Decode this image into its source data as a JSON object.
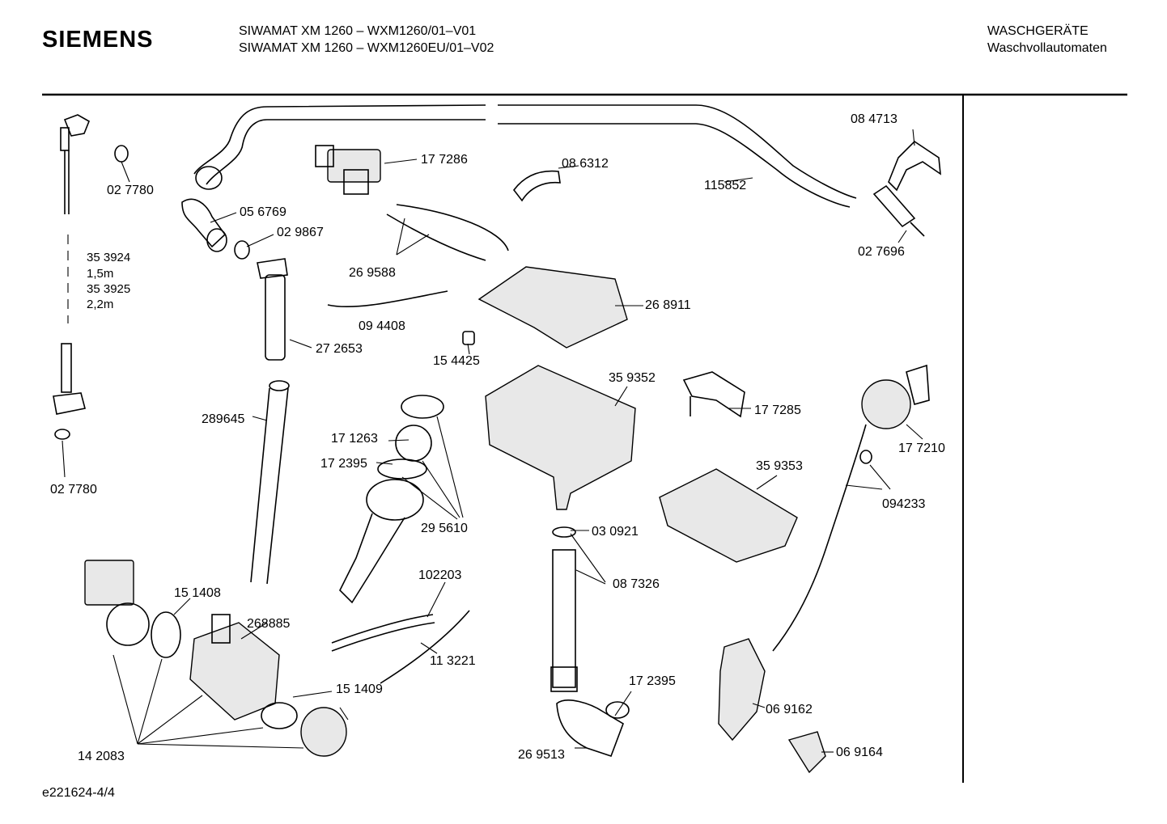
{
  "header": {
    "brand": "SIEMENS",
    "model_lines": [
      "SIWAMAT XM 1260 – WXM1260/01–V01",
      "SIWAMAT XM 1260 – WXM1260EU/01–V02"
    ],
    "category_lines": [
      "WASCHGERÄTE",
      "Waschvollautomaten"
    ]
  },
  "footer": {
    "drawing_id": "e221624-4/4"
  },
  "parts": [
    {
      "id": "p1",
      "number": "02 7780"
    },
    {
      "id": "p2",
      "number": "35 3924"
    },
    {
      "id": "p3",
      "number": "1,5m"
    },
    {
      "id": "p4",
      "number": "35 3925"
    },
    {
      "id": "p5",
      "number": "2,2m"
    },
    {
      "id": "p6",
      "number": "02 7780"
    },
    {
      "id": "p7",
      "number": "05 6769"
    },
    {
      "id": "p8",
      "number": "02 9867"
    },
    {
      "id": "p9",
      "number": "27 2653"
    },
    {
      "id": "p10",
      "number": "289645"
    },
    {
      "id": "p11",
      "number": "17 7286"
    },
    {
      "id": "p12",
      "number": "08 6312"
    },
    {
      "id": "p13",
      "number": "26 9588"
    },
    {
      "id": "p14",
      "number": "09 4408"
    },
    {
      "id": "p15",
      "number": "15 4425"
    },
    {
      "id": "p16",
      "number": "26 8911"
    },
    {
      "id": "p17",
      "number": "115852"
    },
    {
      "id": "p18",
      "number": "08 4713"
    },
    {
      "id": "p19",
      "number": "02 7696"
    },
    {
      "id": "p20",
      "number": "35 9352"
    },
    {
      "id": "p21",
      "number": "17 7285"
    },
    {
      "id": "p22",
      "number": "17 7210"
    },
    {
      "id": "p23",
      "number": "094233"
    },
    {
      "id": "p24",
      "number": "35 9353"
    },
    {
      "id": "p25",
      "number": "17 1263"
    },
    {
      "id": "p26",
      "number": "17 2395"
    },
    {
      "id": "p27",
      "number": "29 5610"
    },
    {
      "id": "p28",
      "number": "03 0921"
    },
    {
      "id": "p29",
      "number": "08 7326"
    },
    {
      "id": "p30",
      "number": "102203"
    },
    {
      "id": "p31",
      "number": "11 3221"
    },
    {
      "id": "p32",
      "number": "15 1408"
    },
    {
      "id": "p33",
      "number": "268885"
    },
    {
      "id": "p34",
      "number": "15 1409"
    },
    {
      "id": "p35",
      "number": "14 2083"
    },
    {
      "id": "p36",
      "number": "17 2395"
    },
    {
      "id": "p37",
      "number": "26 9513"
    },
    {
      "id": "p38",
      "number": "06 9162"
    },
    {
      "id": "p39",
      "number": "06 9164"
    }
  ]
}
